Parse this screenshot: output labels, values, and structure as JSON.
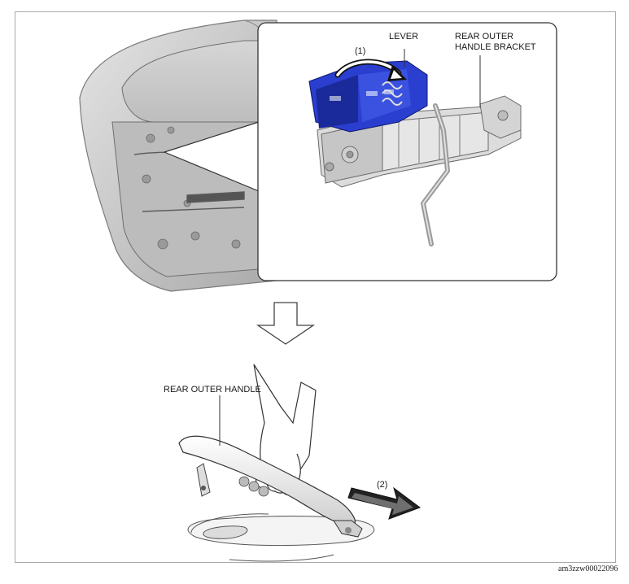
{
  "labels": {
    "lever": "LEVER",
    "bracket_line1": "REAR OUTER",
    "bracket_line2": "HANDLE BRACKET",
    "step1": "(1)",
    "outer_handle": "REAR OUTER HANDLE",
    "step2": "(2)"
  },
  "figure_code": "am3zzw00022096",
  "colors": {
    "lever_blue": "#2a3ecf",
    "lever_blue_dark": "#1a2a9a",
    "door_gray": "#c8c8c8",
    "panel_border": "#333333"
  }
}
